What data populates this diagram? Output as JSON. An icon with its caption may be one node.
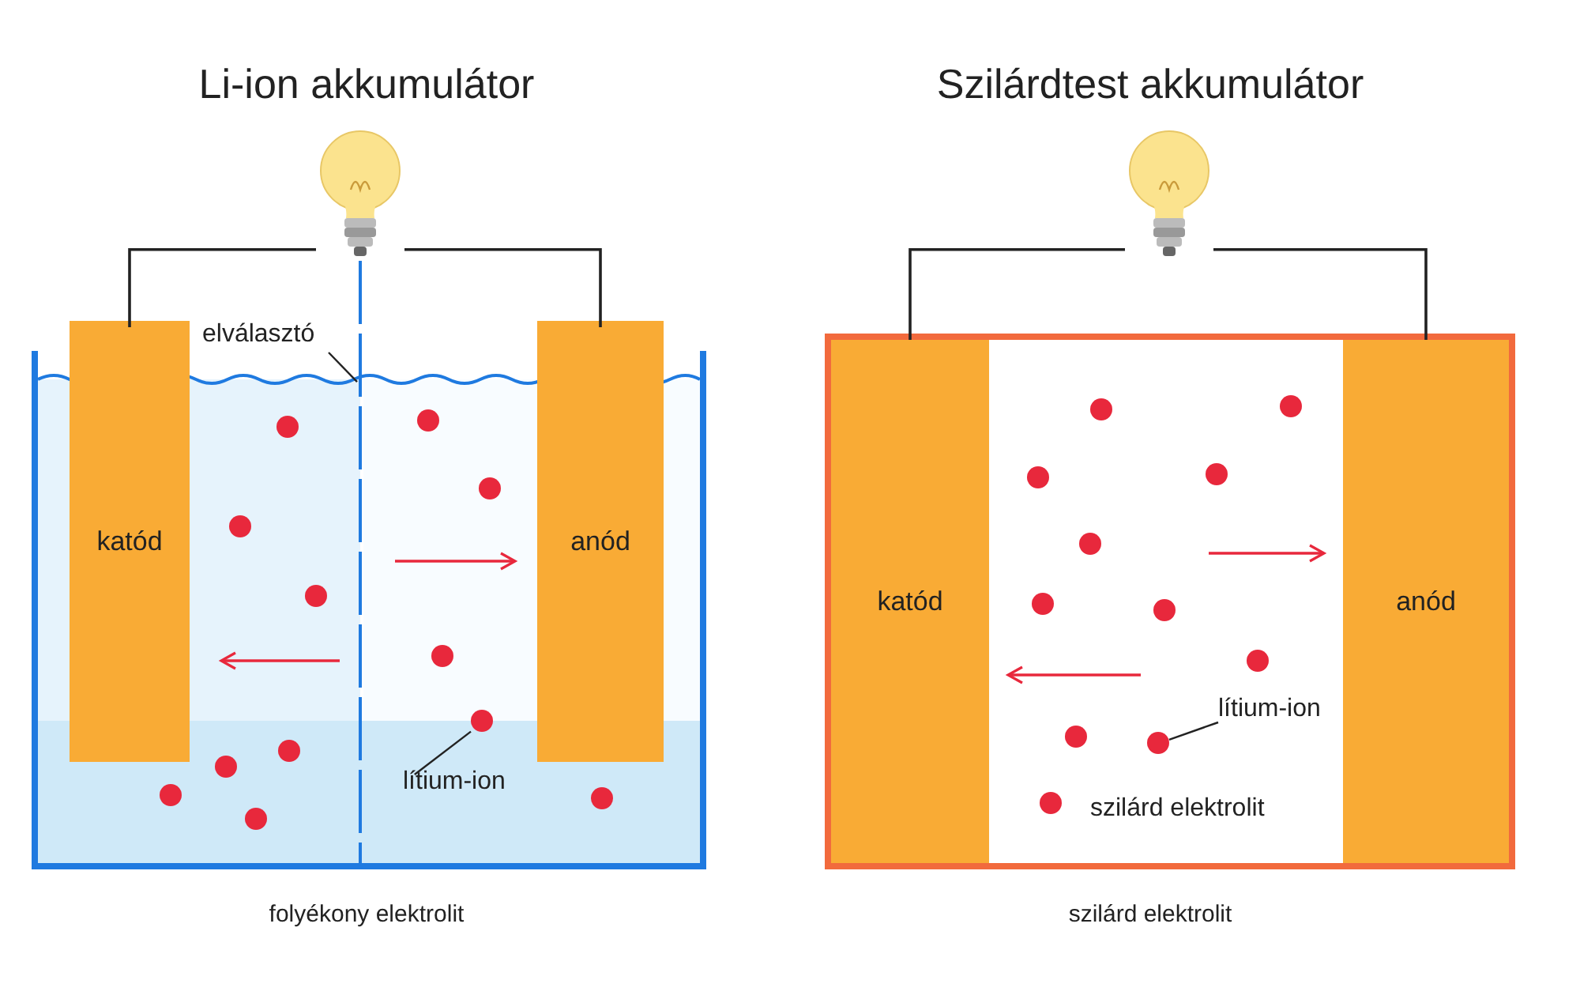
{
  "diagram": {
    "nodes": [
      {
        "text": [],
        "shape": "picture"
      },
      {
        "text": [],
        "shape": "box"
      },
      {
        "text": [
          "katód"
        ],
        "in": 1
      },
      {
        "text": [
          "anód"
        ],
        "in": 1
      },
      {
        "text": [
          "elválasztó"
        ]
      },
      {
        "text": [],
        "shape": "bar"
      },
      {
        "text": [
          "lítium-ion"
        ],
        "in": 1
      },
      {
        "text": [],
        "shape": "circle",
        "in": 1
      },
      {
        "text": [],
        "shape": "picture"
      },
      {
        "text": [],
        "shape": "box"
      },
      {
        "text": [
          "katód"
        ],
        "in": 9
      },
      {
        "text": [
          "anód"
        ],
        "in": 9
      },
      {
        "text": [
          "szilárd elektrolit"
        ],
        "in": 9
      },
      {
        "text": [
          "lítium-ion"
        ],
        "in": 12
      },
      {
        "text": [],
        "shape": "circle",
        "in": 12
      }
    ],
    "edges": [
      {
        "from": 2,
        "to": 0,
        "arrow": "none"
      },
      {
        "from": 0,
        "to": 3,
        "arrow": "none"
      },
      {
        "from": 4,
        "to": 5,
        "arrow": "none"
      },
      {
        "from": 6,
        "to": 7,
        "arrow": "none"
      },
      {
        "from": 10,
        "to": 8,
        "arrow": "none"
      },
      {
        "from": 8,
        "to": 11,
        "arrow": "none"
      },
      {
        "from": 13,
        "to": 14,
        "arrow": "none"
      }
    ],
    "labels": [
      "Li-ion akkumulátor",
      "Szilárdtest akkumulátor",
      "folyékony elektrolit",
      "szilárd elektrolit"
    ]
  }
}
